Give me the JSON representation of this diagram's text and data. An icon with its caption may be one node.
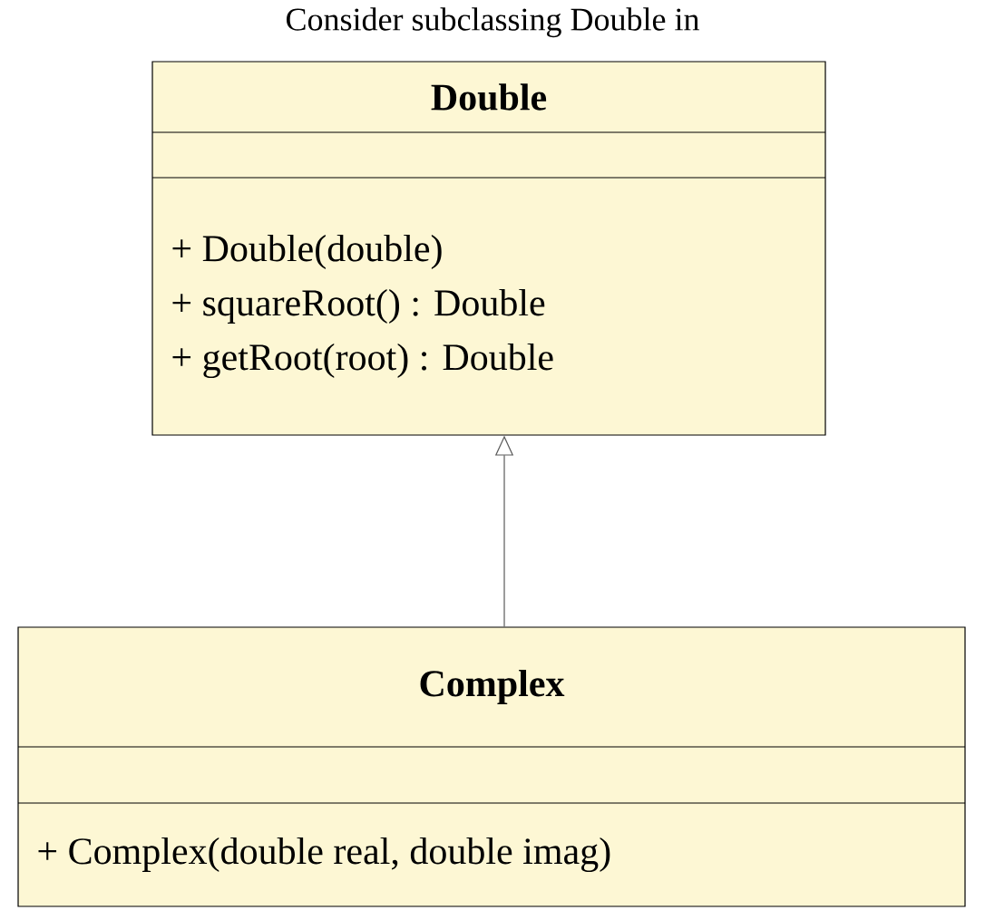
{
  "diagram": {
    "title": "Consider subclassing Double in",
    "nodes": [
      {
        "text": [
          "Double",
          "+ Double(double)",
          "+ squareRoot() : Double",
          "+ getRoot(root) : Double"
        ]
      },
      {
        "text": [
          "Complex",
          "+ Complex(double real, double imag)"
        ]
      }
    ],
    "edges": [
      {
        "from": 1,
        "to": 0,
        "arrow": "to"
      }
    ]
  }
}
